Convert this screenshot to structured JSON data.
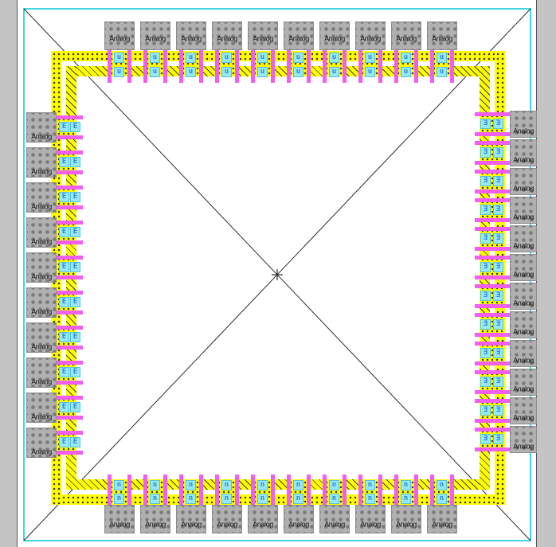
{
  "die": {
    "window_background": "#c4c4c4",
    "canvas_background": "#ffffff",
    "boundary_color": "#00c8d8",
    "diagonal_color": "#2a2a2a"
  },
  "pads": {
    "label": "Analog",
    "sides": {
      "top": {
        "count": 10
      },
      "bottom": {
        "count": 10
      },
      "left": {
        "count": 10
      },
      "right": {
        "count": 12
      }
    },
    "colors": {
      "body": "#b0b0b0",
      "dot": "#7a7a7a",
      "label": "#111111"
    }
  },
  "rings": {
    "fill": "#ffff00",
    "hatch_color": "#222222",
    "via_bar_color": "#f25df2",
    "cell_fill": "#96e9f4",
    "cell_glyph_color": "#2e86d4",
    "cell_glyphs": {
      "top": "u",
      "bottom": "n",
      "left": "E",
      "right": "Ǝ"
    }
  }
}
